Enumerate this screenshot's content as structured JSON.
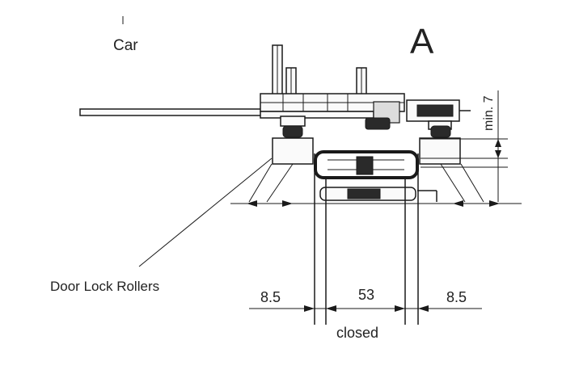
{
  "labels": {
    "car": "Car",
    "view": "A",
    "rollers": "Door Lock Rollers",
    "min": "min. 7",
    "closed": "closed"
  },
  "dimensions": {
    "left_gap": "8.5",
    "center": "53",
    "right_gap": "8.5"
  }
}
